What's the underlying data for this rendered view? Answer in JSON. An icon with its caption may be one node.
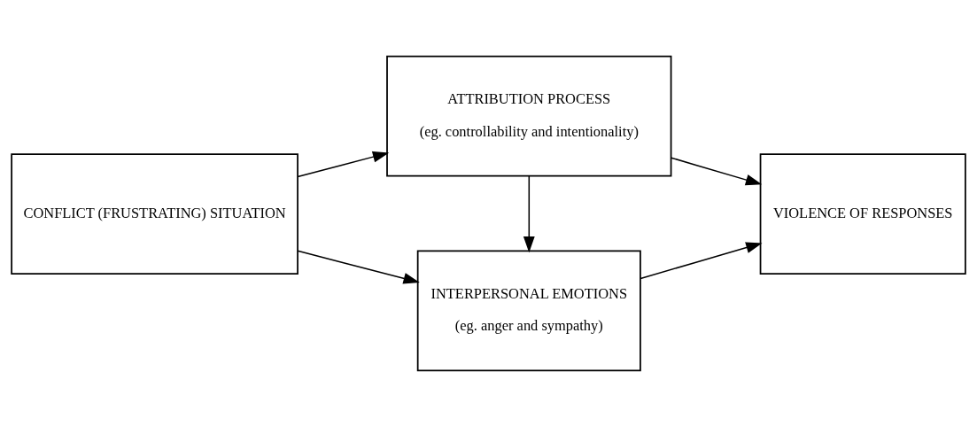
{
  "diagram": {
    "nodes": [
      {
        "text": [
          "CONFLICT (FRUSTRATING) SITUATION"
        ]
      },
      {
        "text": [
          "ATTRIBUTION PROCESS",
          "(eg. controllability and intentionality)"
        ]
      },
      {
        "text": [
          "VIOLENCE OF RESPONSES"
        ]
      },
      {
        "text": [
          "INTERPERSONAL EMOTIONS",
          "(eg. anger and sympathy)"
        ]
      }
    ],
    "edges": [
      {
        "from": 0,
        "to": 1,
        "arrow": "to"
      },
      {
        "from": 0,
        "to": 3,
        "arrow": "to"
      },
      {
        "from": 1,
        "to": 2,
        "arrow": "to"
      },
      {
        "from": 1,
        "to": 3,
        "arrow": "to"
      },
      {
        "from": 3,
        "to": 2,
        "arrow": "to"
      }
    ]
  }
}
